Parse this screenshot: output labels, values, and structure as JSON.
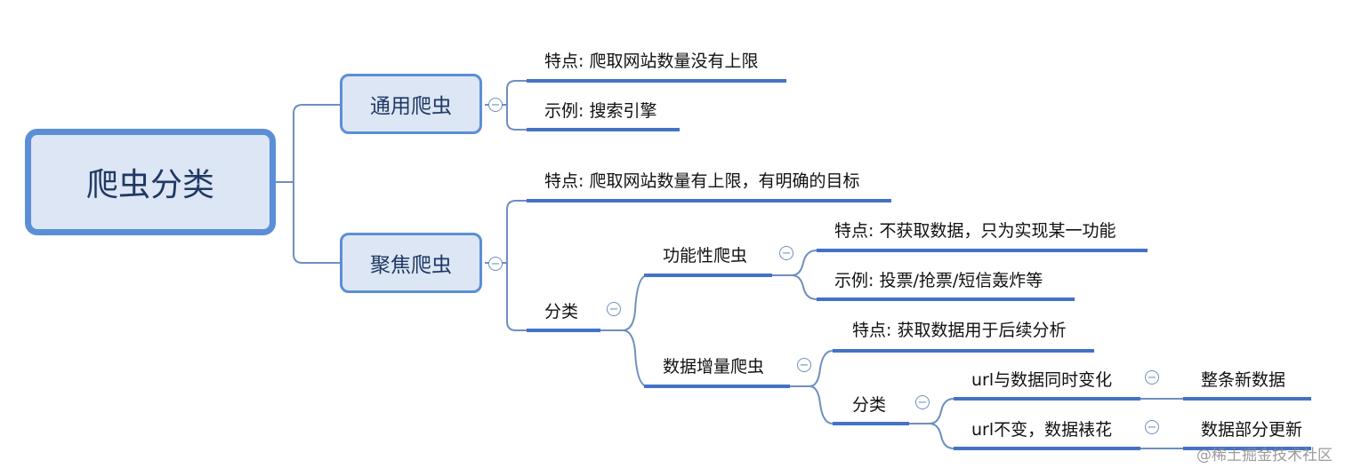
{
  "root": {
    "label": "爬虫分类"
  },
  "general": {
    "label": "通用爬虫",
    "feature": "特点: 爬取网站数量没有上限",
    "example": "示例: 搜索引擎"
  },
  "focused": {
    "label": "聚焦爬虫",
    "feature": "特点: 爬取网站数量有上限，有明确的目标",
    "category": "分类",
    "functional": {
      "label": "功能性爬虫",
      "feature": "特点: 不获取数据，只为实现某一功能",
      "example": "示例: 投票/抢票/短信轰炸等"
    },
    "incremental": {
      "label": "数据增量爬虫",
      "feature": "特点: 获取数据用于后续分析",
      "category": "分类",
      "case_a": {
        "label": "url与数据同时变化",
        "result": "整条新数据"
      },
      "case_b": {
        "label": "url不变，数据裱花",
        "result": "数据部分更新"
      }
    }
  },
  "collapse_glyph": "−",
  "watermark": "@稀土掘金技术社区",
  "colors": {
    "accent": "#4472c4",
    "node_border": "#5b8ed6",
    "node_fill": "#dce6f4",
    "node_text": "#1f3864",
    "connector": "#6e8fbf"
  }
}
